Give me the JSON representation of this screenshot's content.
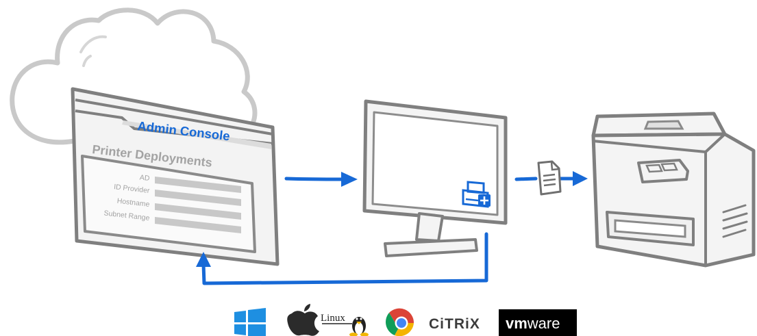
{
  "console": {
    "header": "Admin Console",
    "title": "Printer Deployments",
    "fields": [
      "AD",
      "ID Provider",
      "Hostname",
      "Subnet Range"
    ]
  },
  "logos": {
    "linux": "Linux",
    "citrix": "CiTRiX",
    "vmware_vm": "vm",
    "vmware_ware": "ware"
  },
  "colors": {
    "accent": "#1769d6",
    "outline": "#7f7f7f",
    "fill_light": "#f4f4f4",
    "bar": "#c8c8c8",
    "label": "#a3a3a3"
  },
  "icons": [
    "cloud-icon",
    "monitor-icon",
    "printer-add-icon",
    "document-icon",
    "printer-icon",
    "windows-icon",
    "apple-icon",
    "linux-icon",
    "chrome-icon",
    "citrix-icon",
    "vmware-icon"
  ]
}
